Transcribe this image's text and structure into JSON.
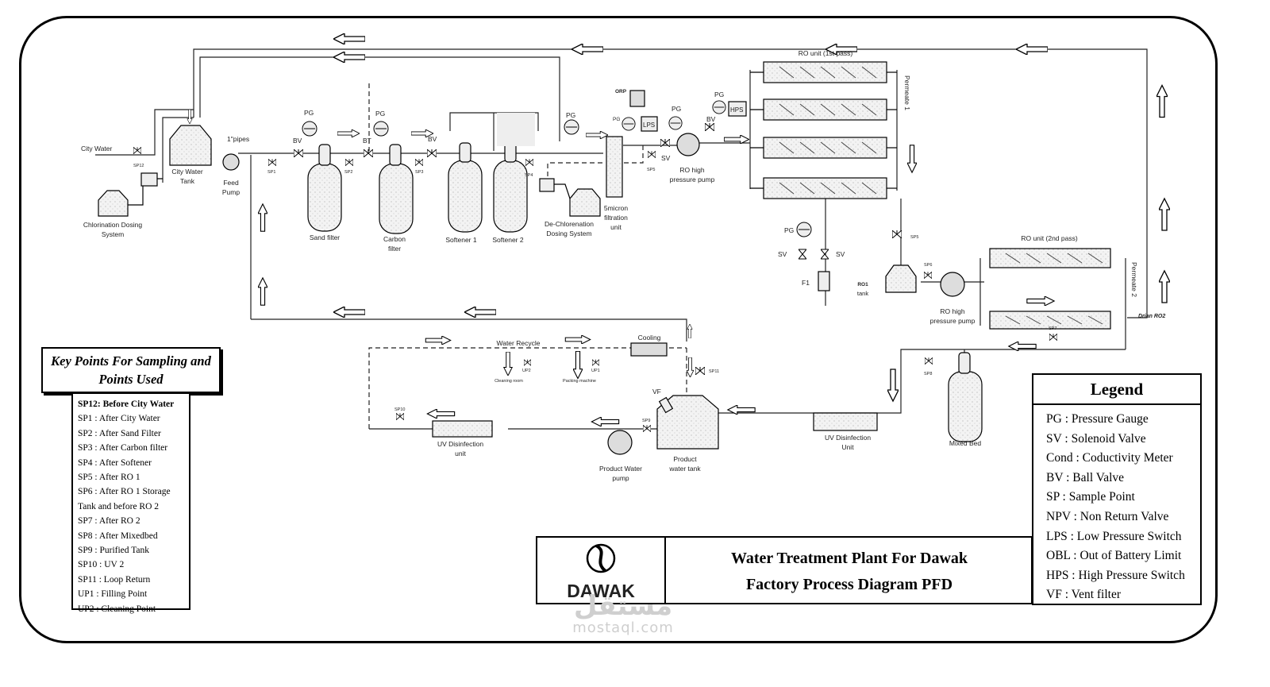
{
  "diagram": {
    "labels": {
      "city_water": "City Water",
      "sp12": "SP12",
      "chlorination": [
        "Chlorination Dosing",
        "System"
      ],
      "city_tank": [
        "City Water",
        "Tank"
      ],
      "feed_pump": [
        "Feed",
        "Pump"
      ],
      "pipes": "1\"pipes",
      "sp1": "SP1",
      "bv1": "BV",
      "pg1": "PG",
      "sand_filter": "Sand filter",
      "sp2": "SP2",
      "bt": "BT",
      "pg2": "PG",
      "carbon_filter": [
        "Carbon",
        "filter"
      ],
      "sp3": "SP3",
      "bv2": "BV",
      "softener1": "Softener 1",
      "softener2": "Softener 2",
      "sp4": "SP4",
      "dechlor": [
        "De-Chlorenation",
        "Dosing System"
      ],
      "pg3": "PG",
      "micron": [
        "5micron",
        "filtration",
        "unit"
      ],
      "orp": "ORP",
      "pg4": "PG",
      "lps": "LPS",
      "sp5_top": "SP5",
      "sv1": "SV",
      "pg5": "PG",
      "ro_pump1": [
        "RO high",
        "pressure pump"
      ],
      "bv3": "BV",
      "pg6": "PG",
      "hps": "HPS",
      "ro1_title": "RO unit (1st pass)",
      "permeate1": "Permeate 1",
      "pg7": "PG",
      "sv2": "SV",
      "sv3": "SV",
      "f1": "F1",
      "ro1_tank": [
        "RO1",
        "tank"
      ],
      "sp5": "SP5",
      "sp6": "SP6",
      "ro_pump2": [
        "RO high",
        "pressure pump"
      ],
      "ro2_title": "RO unit (2nd pass)",
      "permeate2": "Permeate 2",
      "drian": "Drian RO2",
      "sp7": "SP7",
      "water_recycle": "Water Recycle",
      "cooling": "Cooling",
      "up2": "UP2",
      "cleaning_room": "Cleaning room",
      "up1": "UP1",
      "packing": "Packing machine",
      "sp11": "SP11",
      "sp10": "SP10",
      "uv2": [
        "UV Disinfection",
        "unit"
      ],
      "vf": "VF",
      "sp9": "SP9",
      "product_pump": [
        "Product Water",
        "pump"
      ],
      "product_tank": [
        "Product",
        "water tank"
      ],
      "uv1": [
        "UV Disinfection",
        "Unit"
      ],
      "sp8": "SP8",
      "mixed_bed": "Mixed Bed"
    }
  },
  "key_points": {
    "title": [
      "Key Points For Sampling and",
      "Points Used"
    ],
    "items": [
      "SP12: Before City Water",
      "SP1 : After City Water",
      "SP2 : After Sand Filter",
      "SP3 : After Carbon filter",
      "SP4 : After Softener",
      "SP5 : After RO 1",
      "SP6 : After RO 1 Storage",
      "Tank and before RO 2",
      "SP7 : After RO 2",
      "SP8 : After Mixedbed",
      "SP9 : Purified Tank",
      "SP10 : UV 2",
      "SP11 : Loop Return",
      "UP1 : Filling Point",
      "UP2 : Cleaning Point"
    ]
  },
  "legend": {
    "title": "Legend",
    "items": [
      "PG : Pressure Gauge",
      "SV : Solenoid Valve",
      "Cond : Coductivity Meter",
      "BV : Ball Valve",
      "SP : Sample Point",
      "NPV : Non Return Valve",
      "LPS : Low Pressure Switch",
      "OBL : Out of Battery Limit",
      "HPS : High Pressure Switch",
      "VF : Vent filter"
    ]
  },
  "title_block": {
    "logo_text": "DAWAK",
    "line1": "Water Treatment Plant For Dawak",
    "line2": "Factory Process Diagram PFD"
  },
  "watermark": {
    "arabic": "مستقل",
    "latin": "mostaql.com"
  }
}
